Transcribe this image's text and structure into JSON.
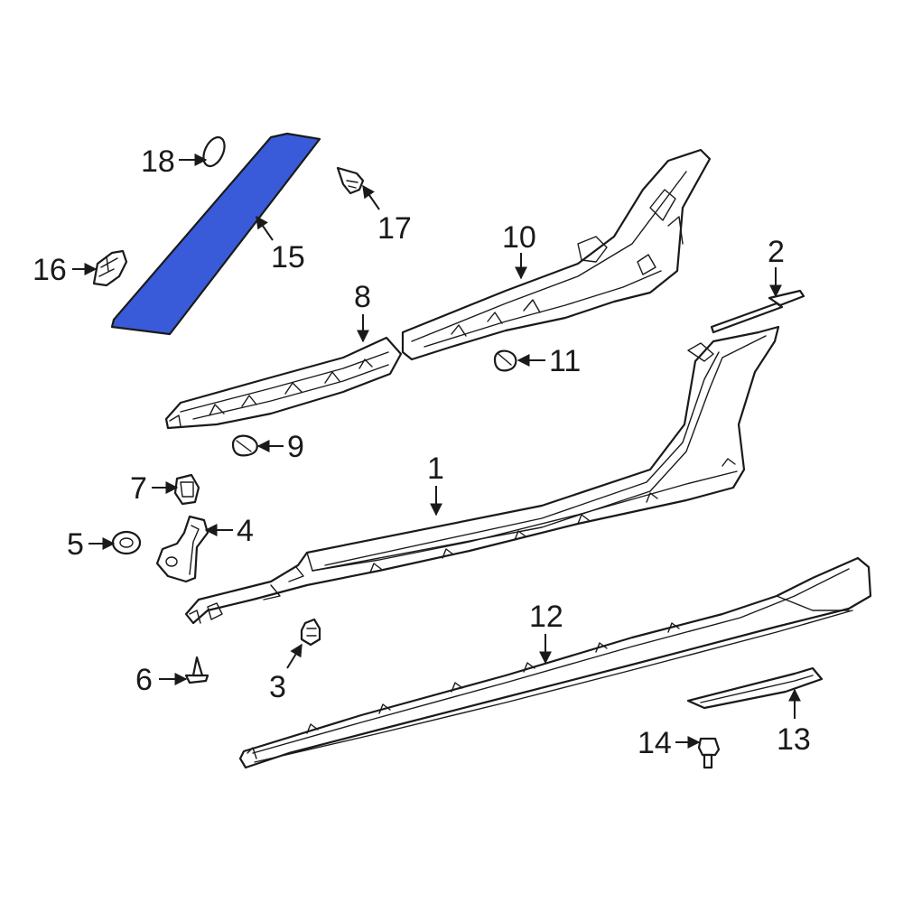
{
  "diagram": {
    "highlight_color": "#3a5bd9",
    "highlighted_part": "15",
    "callouts": {
      "c1": "1",
      "c2": "2",
      "c3": "3",
      "c4": "4",
      "c5": "5",
      "c6": "6",
      "c7": "7",
      "c8": "8",
      "c9": "9",
      "c10": "10",
      "c11": "11",
      "c12": "12",
      "c13": "13",
      "c14": "14",
      "c15": "15",
      "c16": "16",
      "c17": "17",
      "c18": "18"
    }
  }
}
